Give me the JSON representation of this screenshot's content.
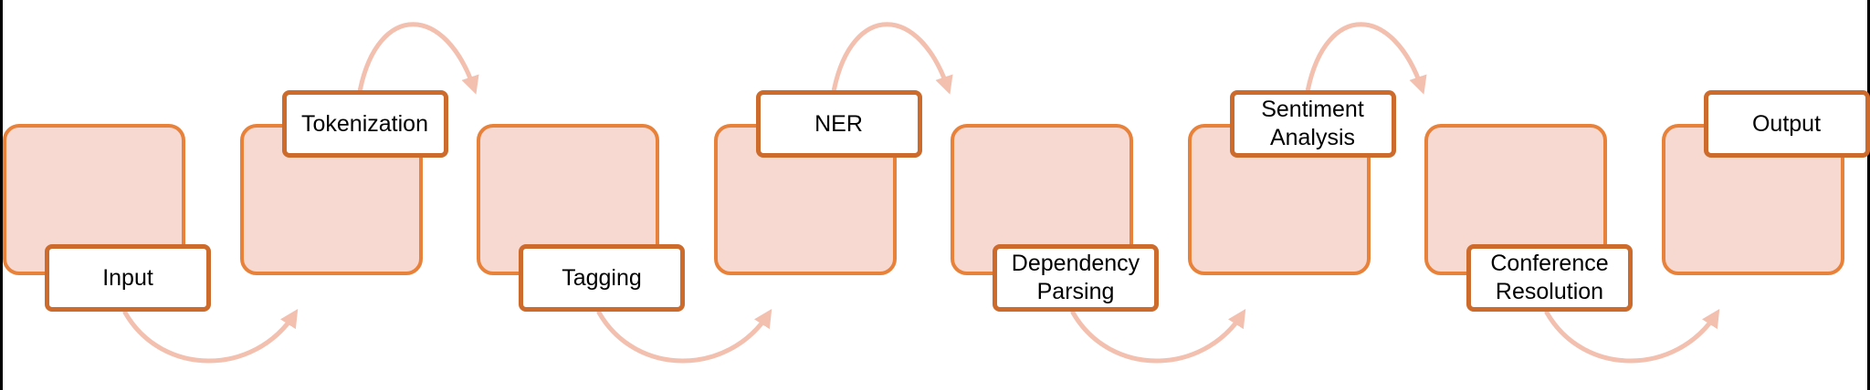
{
  "diagram": {
    "steps": [
      {
        "lines": [
          "Input"
        ]
      },
      {
        "lines": [
          "Tokenization"
        ]
      },
      {
        "lines": [
          "Tagging"
        ]
      },
      {
        "lines": [
          "NER"
        ]
      },
      {
        "lines": [
          "Dependency",
          "Parsing"
        ]
      },
      {
        "lines": [
          "Sentiment",
          "Analysis"
        ]
      },
      {
        "lines": [
          "Conference",
          "Resolution"
        ]
      },
      {
        "lines": [
          "Output"
        ]
      }
    ],
    "colors": {
      "box_fill": "#f8d9d1",
      "box_border": "#e8823a",
      "label_border": "#cc6b2c",
      "arrow": "#f3bfae"
    }
  }
}
